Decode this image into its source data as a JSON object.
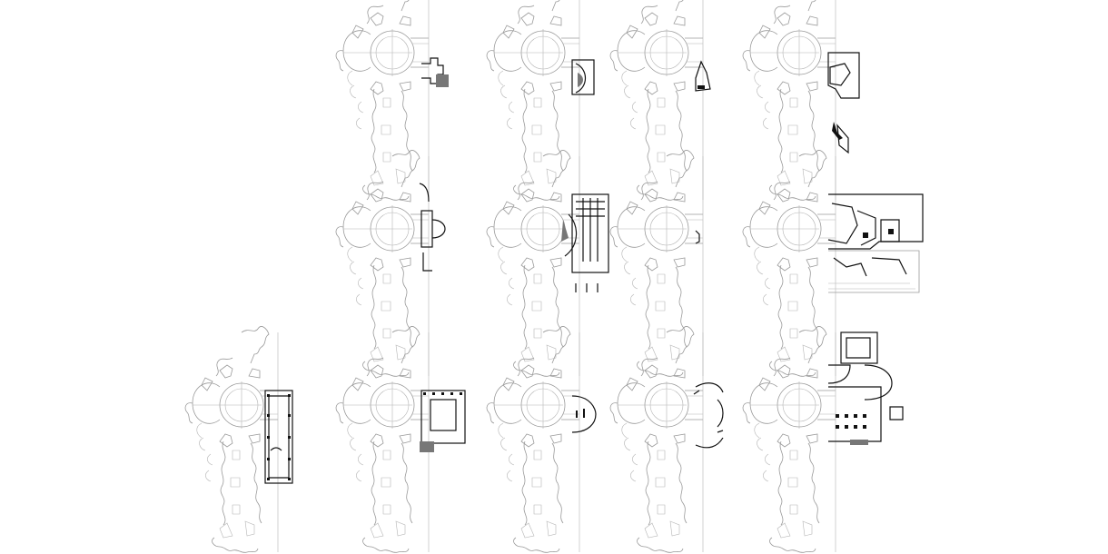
{
  "sheet": {
    "background": "#ffffff",
    "base_plan_color": "#9a9a9a",
    "addition_color": "#111111"
  },
  "variants": [
    {
      "id": "r1c2",
      "addition": "small-apse-annex"
    },
    {
      "id": "r1c3",
      "addition": "curved-hall"
    },
    {
      "id": "r1c4",
      "addition": "angled-wedge"
    },
    {
      "id": "r1c5",
      "addition": "large-irregular-block"
    },
    {
      "id": "r2c2",
      "addition": "domed-chapel-arc"
    },
    {
      "id": "r2c3",
      "addition": "grid-hall-with-seating"
    },
    {
      "id": "r2c4",
      "addition": "minimal-fragment"
    },
    {
      "id": "r2c5",
      "addition": "large-site-complex"
    },
    {
      "id": "r3c1",
      "addition": "colonnaded-rectangle"
    },
    {
      "id": "r3c2",
      "addition": "courtyard-block"
    },
    {
      "id": "r3c3",
      "addition": "circular-room"
    },
    {
      "id": "r3c4",
      "addition": "ring-of-curved-walls"
    },
    {
      "id": "r3c5",
      "addition": "hemicycle-complex"
    }
  ]
}
